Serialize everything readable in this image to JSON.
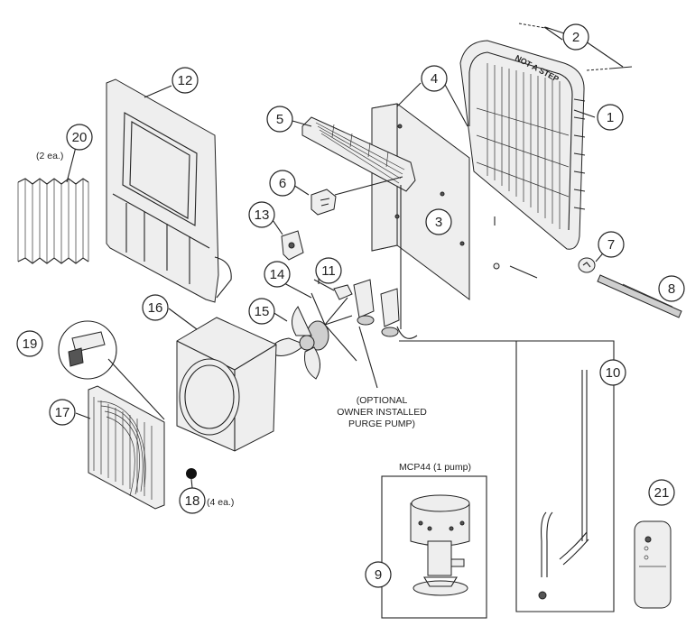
{
  "callouts": {
    "c1": "1",
    "c2": "2",
    "c3": "3",
    "c4": "4",
    "c5": "5",
    "c6": "6",
    "c7": "7",
    "c8": "8",
    "c9": "9",
    "c10": "10",
    "c11": "11",
    "c12": "12",
    "c13": "13",
    "c14": "14",
    "c15": "15",
    "c16": "16",
    "c17": "17",
    "c18": "18",
    "c19": "19",
    "c20": "20",
    "c21": "21"
  },
  "labels": {
    "two_each": "(2 ea.)",
    "four_each": "(4 ea.)",
    "purge_line1": "(OPTIONAL",
    "purge_line2": "OWNER INSTALLED",
    "purge_line3": "PURGE PUMP)",
    "mcp_title": "MCP44 (1 pump)",
    "not_a_step": "NOT A STEP"
  }
}
